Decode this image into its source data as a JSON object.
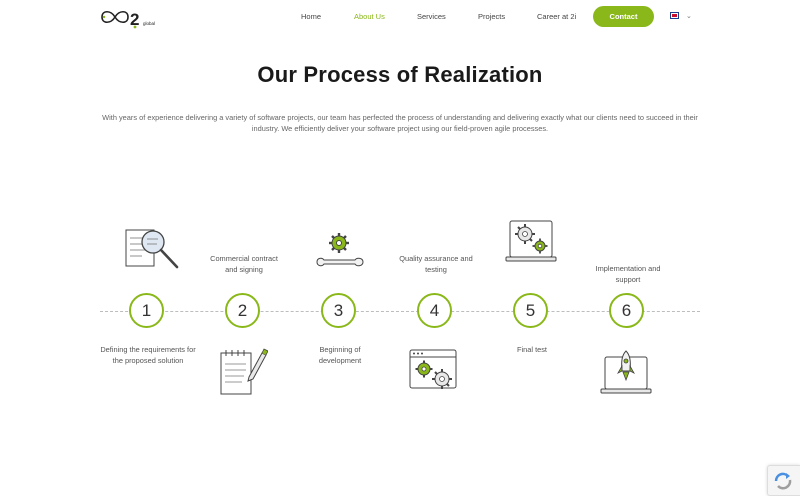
{
  "header": {
    "logo_icon": "x2-global-logo",
    "logo_text": "global",
    "nav": [
      {
        "label": "Home",
        "active": false
      },
      {
        "label": "About Us",
        "active": true
      },
      {
        "label": "Services",
        "active": false
      },
      {
        "label": "Projects",
        "active": false
      },
      {
        "label": "Career at 2i",
        "active": false
      }
    ],
    "contact_label": "Contact",
    "lang_icon": "uk-flag-icon"
  },
  "main": {
    "title": "Our Process of Realization",
    "intro": "With years of experience delivering a variety of software projects, our team has perfected the process of understanding and delivering exactly what our clients need to succeed in their industry. We efficiently deliver your software project using our field-proven agile processes.",
    "steps": [
      {
        "number": "1",
        "label": "Defining the requirements for the proposed solution",
        "icon": "magnifier-document-icon"
      },
      {
        "number": "2",
        "label": "Commercial contract and signing",
        "icon": "notepad-pen-icon"
      },
      {
        "number": "3",
        "label": "Beginning of development",
        "icon": "gear-wrench-icon"
      },
      {
        "number": "4",
        "label": "Quality assurance and testing",
        "icon": "browser-gears-icon"
      },
      {
        "number": "5",
        "label": "Final test",
        "icon": "laptop-gears-icon"
      },
      {
        "number": "6",
        "label": "Implementation and support",
        "icon": "laptop-rocket-icon"
      }
    ]
  },
  "colors": {
    "accent": "#8ab81a",
    "text": "#1a1a1a",
    "muted": "#666666"
  }
}
